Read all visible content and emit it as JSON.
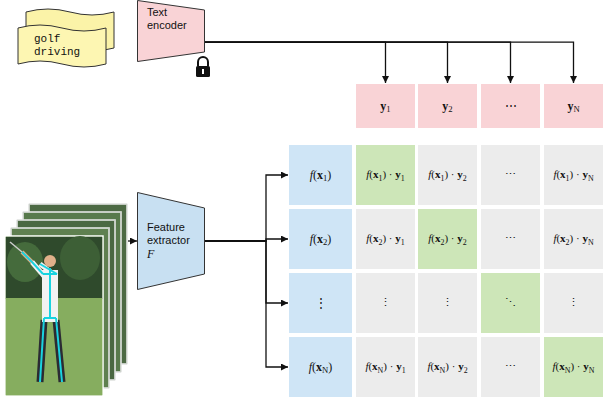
{
  "diagram": {
    "nodes": [
      {
        "text": [
          "golf driving"
        ]
      },
      {
        "text": [
          "Text encoder"
        ]
      },
      {
        "text": [
          "Feature extractor",
          "F"
        ]
      },
      {
        "text": [
          "y1"
        ]
      },
      {
        "text": [
          "y2"
        ]
      },
      {
        "text": [
          "⋯"
        ]
      },
      {
        "text": [
          "yN"
        ]
      },
      {
        "text": [
          "f(x1)"
        ]
      },
      {
        "text": [
          "f(x1) · y1"
        ]
      },
      {
        "text": [
          "f(x1) · y2"
        ]
      },
      {
        "text": [
          "⋯"
        ]
      },
      {
        "text": [
          "f(x1) · yN"
        ]
      },
      {
        "text": [
          "f(x2)"
        ]
      },
      {
        "text": [
          "f(x2) · y1"
        ]
      },
      {
        "text": [
          "f(x2) · y2"
        ]
      },
      {
        "text": [
          "⋯"
        ]
      },
      {
        "text": [
          "f(x2) · yN"
        ]
      },
      {
        "text": [
          "⋮"
        ]
      },
      {
        "text": [
          "⋮"
        ]
      },
      {
        "text": [
          "⋮"
        ]
      },
      {
        "text": [
          "⋱"
        ]
      },
      {
        "text": [
          "⋮"
        ]
      },
      {
        "text": [
          "f(xN)"
        ]
      },
      {
        "text": [
          "f(xN) · y1"
        ]
      },
      {
        "text": [
          "f(xN) · y2"
        ]
      },
      {
        "text": [
          "⋯"
        ]
      },
      {
        "text": [
          "f(xN) · yN"
        ]
      }
    ],
    "edges": [
      {
        "from": 1,
        "to": 3,
        "arrow": "to"
      },
      {
        "from": 1,
        "to": 4,
        "arrow": "to"
      },
      {
        "from": 1,
        "to": 5,
        "arrow": "to"
      },
      {
        "from": 1,
        "to": 6,
        "arrow": "to"
      },
      {
        "from": 2,
        "to": 7,
        "arrow": "to"
      },
      {
        "from": 2,
        "to": 12,
        "arrow": "to"
      },
      {
        "from": 2,
        "to": 17,
        "arrow": "to"
      },
      {
        "from": 2,
        "to": 22,
        "arrow": "to"
      }
    ]
  }
}
